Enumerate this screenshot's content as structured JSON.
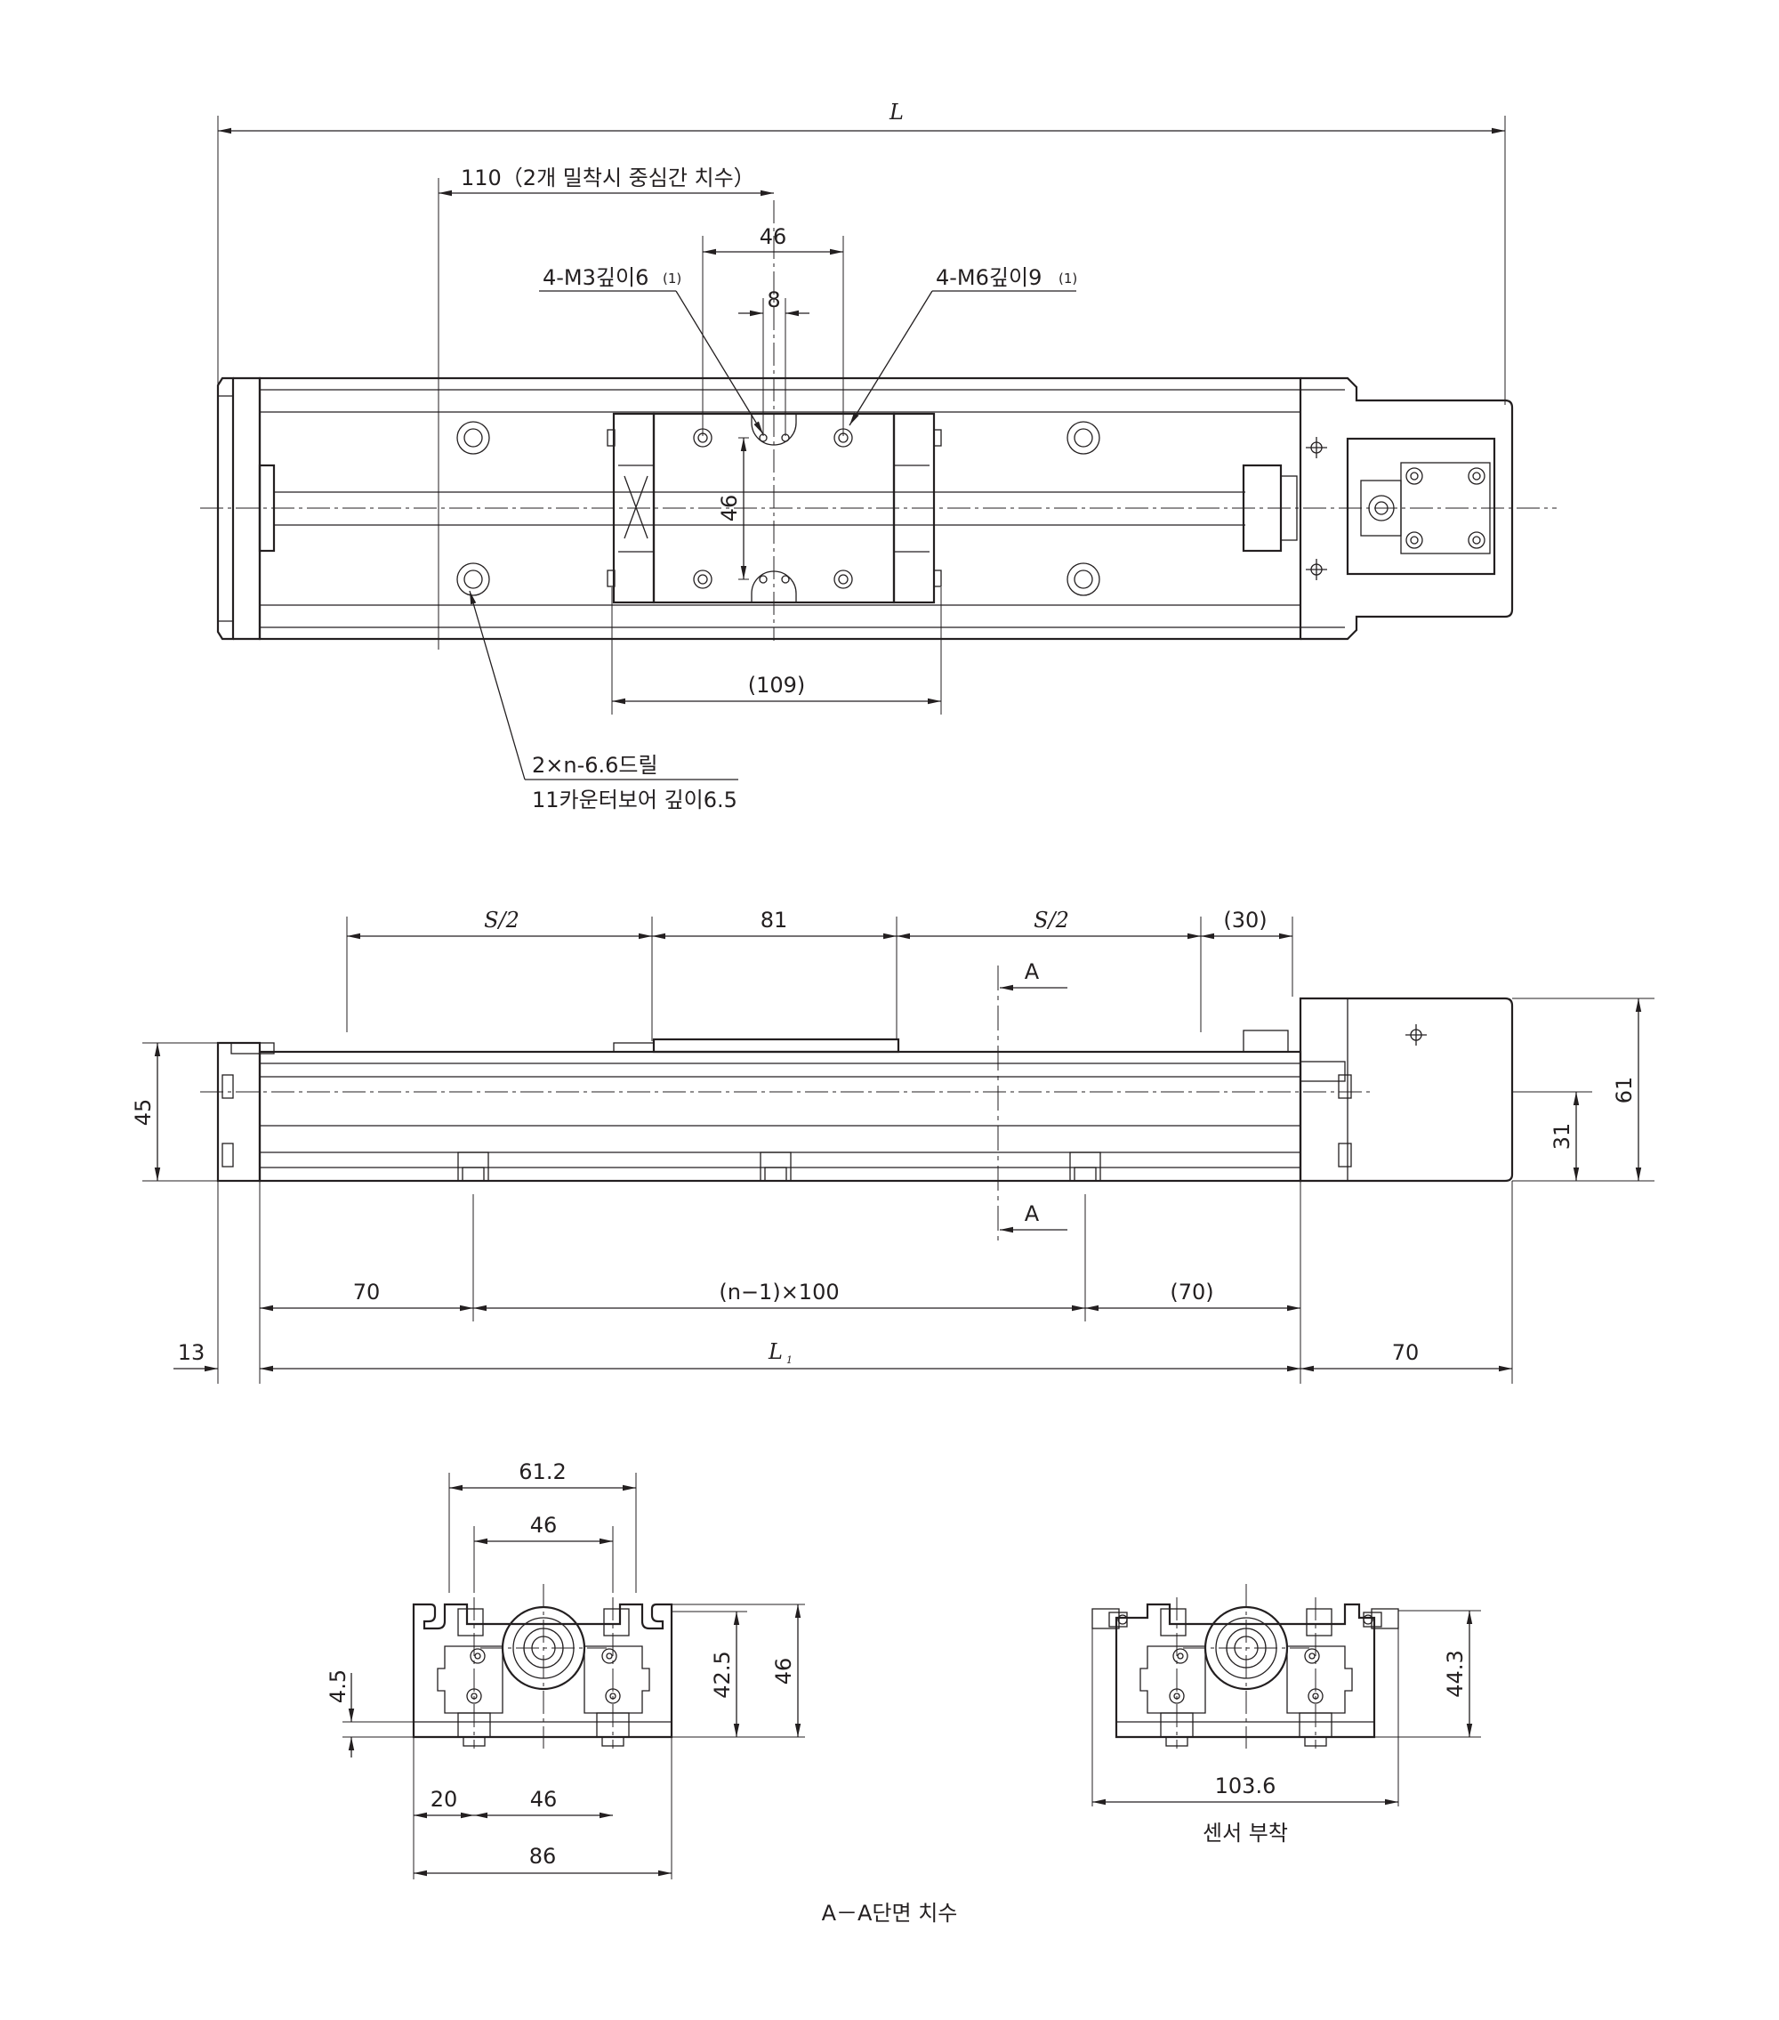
{
  "top_view": {
    "overall_length": "L",
    "center_spacing": "110（2개 밀착시 중심간 치수）",
    "bolt_pitch": "46",
    "m3_spacing": "8",
    "m3_tap": "4-M3깊이6",
    "m3_tap_note": "(1)",
    "m6_tap": "4-M6깊이9",
    "m6_tap_note": "(1)",
    "slider_pitch_vertical": "46",
    "slider_length": "(109)",
    "drill_line1": "2×n-6.6드릴",
    "drill_line2": "11카운터보어 깊이6.5"
  },
  "side_view": {
    "stroke_half_left": "S/2",
    "slider_width": "81",
    "stroke_half_right": "S/2",
    "motor_offset": "(30)",
    "section_mark_top": "A",
    "section_mark_bottom": "A",
    "height": "45",
    "motor_height": "61",
    "motor_center": "31",
    "first_hole": "70",
    "hole_pitch": "(n−1)×100",
    "last_hole": "(70)",
    "end_cap": "13",
    "body_length": "L",
    "body_length_subscript": "1",
    "motor_length": "70"
  },
  "section_view": {
    "overall_width_top": "61.2",
    "inner_width_top": "46",
    "height_42_5": "42.5",
    "height_46": "46",
    "base_thickness": "4.5",
    "edge_offset": "20",
    "bolt_spacing_bottom": "46",
    "overall_width": "86",
    "sensor_height": "44.3",
    "sensor_width": "103.6",
    "sensor_caption": "센서 부착",
    "section_caption": "A－A단면 치수"
  }
}
